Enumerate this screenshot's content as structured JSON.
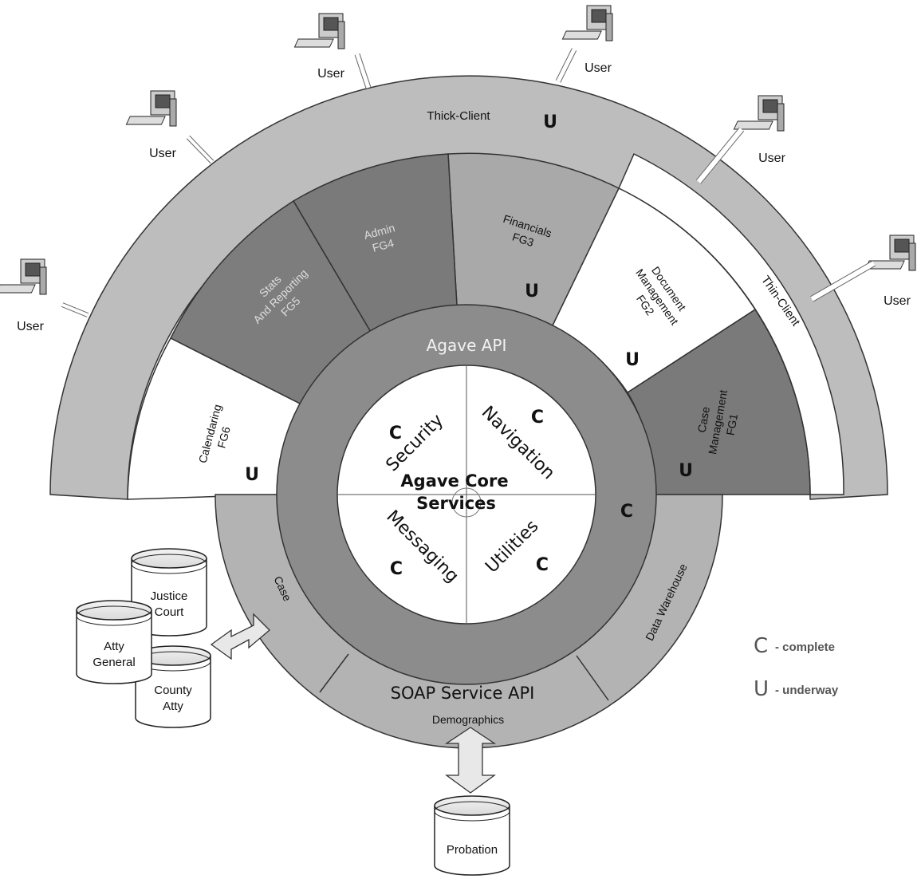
{
  "outer_ring": {
    "label": "Thick-Client",
    "status": "U"
  },
  "thin_client": {
    "label": "Thin-Client"
  },
  "functional_groups": [
    {
      "id": "fg1",
      "lines": [
        "Case",
        "Management",
        "FG1"
      ],
      "status": "U"
    },
    {
      "id": "fg2",
      "lines": [
        "Document",
        "Management",
        "FG2"
      ],
      "status": "U"
    },
    {
      "id": "fg3",
      "lines": [
        "Financials",
        "FG3"
      ],
      "status": "U"
    },
    {
      "id": "fg4",
      "lines": [
        "Admin",
        "FG4"
      ],
      "status": ""
    },
    {
      "id": "fg5",
      "lines": [
        "Stats",
        "And Reporting",
        "FG5"
      ],
      "status": ""
    },
    {
      "id": "fg6",
      "lines": [
        "Calendaring",
        "FG6"
      ],
      "status": "U"
    }
  ],
  "api_ring": {
    "label": "Agave API",
    "status": "C"
  },
  "core": {
    "title_line1": "Agave Core",
    "title_line2": "Services",
    "quadrants": [
      {
        "id": "security",
        "label": "Security",
        "status": "C"
      },
      {
        "id": "navigation",
        "label": "Navigation",
        "status": "C"
      },
      {
        "id": "messaging",
        "label": "Messaging",
        "status": "C"
      },
      {
        "id": "utilities",
        "label": "Utilities",
        "status": "C"
      }
    ]
  },
  "soap": {
    "label": "SOAP Service API",
    "segments": [
      "Case",
      "Demographics",
      "Data Warehouse"
    ]
  },
  "users": [
    "User",
    "User",
    "User",
    "User",
    "User",
    "User"
  ],
  "databases": [
    "Justice Court",
    "Atty General",
    "County Atty",
    "Probation"
  ],
  "db_lines": {
    "justice": [
      "Justice",
      "Court"
    ],
    "atty": [
      "Atty",
      "General"
    ],
    "county": [
      "County",
      "Atty"
    ],
    "probation": [
      "Probation"
    ]
  },
  "legend": {
    "complete_key": "C",
    "complete_text": "- complete",
    "underway_key": "U",
    "underway_text": "- underway"
  },
  "colors": {
    "outer_ring": "#bdbdbd",
    "dark_segment": "#7a7a7a",
    "medium_segment": "#a9a9a9",
    "light_segment": "#ffffff",
    "api_ring": "#8c8c8c",
    "soap_ring": "#b3b3b3"
  }
}
